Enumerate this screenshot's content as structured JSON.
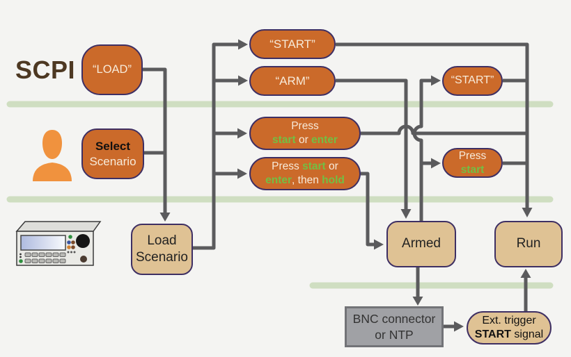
{
  "colors": {
    "bg": "#f4f4f2",
    "orange": "#cb6a2a",
    "tan": "#dfc294",
    "indigo": "#3e2f63",
    "line": "#5b5b5d",
    "band": "#cfdec1",
    "green": "#72bf44",
    "cream": "#f7ead9",
    "brown": "#4d3822",
    "gray-box": "#a0a1a5",
    "gray-box-border": "#727377",
    "person": "#f0923e"
  },
  "labels": {
    "scpi": "SCPI",
    "load_cmd": "“LOAD”",
    "start_cmd": "“START”",
    "arm_cmd": "“ARM”",
    "start_cmd2": "“START”",
    "select": {
      "line1": "Select",
      "line2": "Scenario"
    },
    "press_start_enter": {
      "line1": "Press",
      "start": "start",
      "or": " or ",
      "enter": "enter"
    },
    "press_hold": {
      "press": "Press ",
      "start": "start",
      "or": " or",
      "enter": "enter",
      "then": ", then ",
      "hold": "hold"
    },
    "press_start": {
      "line1": "Press",
      "start": "start"
    },
    "load_scenario": {
      "line1": "Load",
      "line2": "Scenario"
    },
    "armed": "Armed",
    "run": "Run",
    "bnc": {
      "line1": "BNC connector",
      "line2": "or NTP"
    },
    "ext_trigger": {
      "line1": "Ext. trigger",
      "start": "START",
      "signal": " signal"
    }
  },
  "icons": {
    "person": "operator-person-icon",
    "instrument": "signal-generator-instrument-icon"
  }
}
